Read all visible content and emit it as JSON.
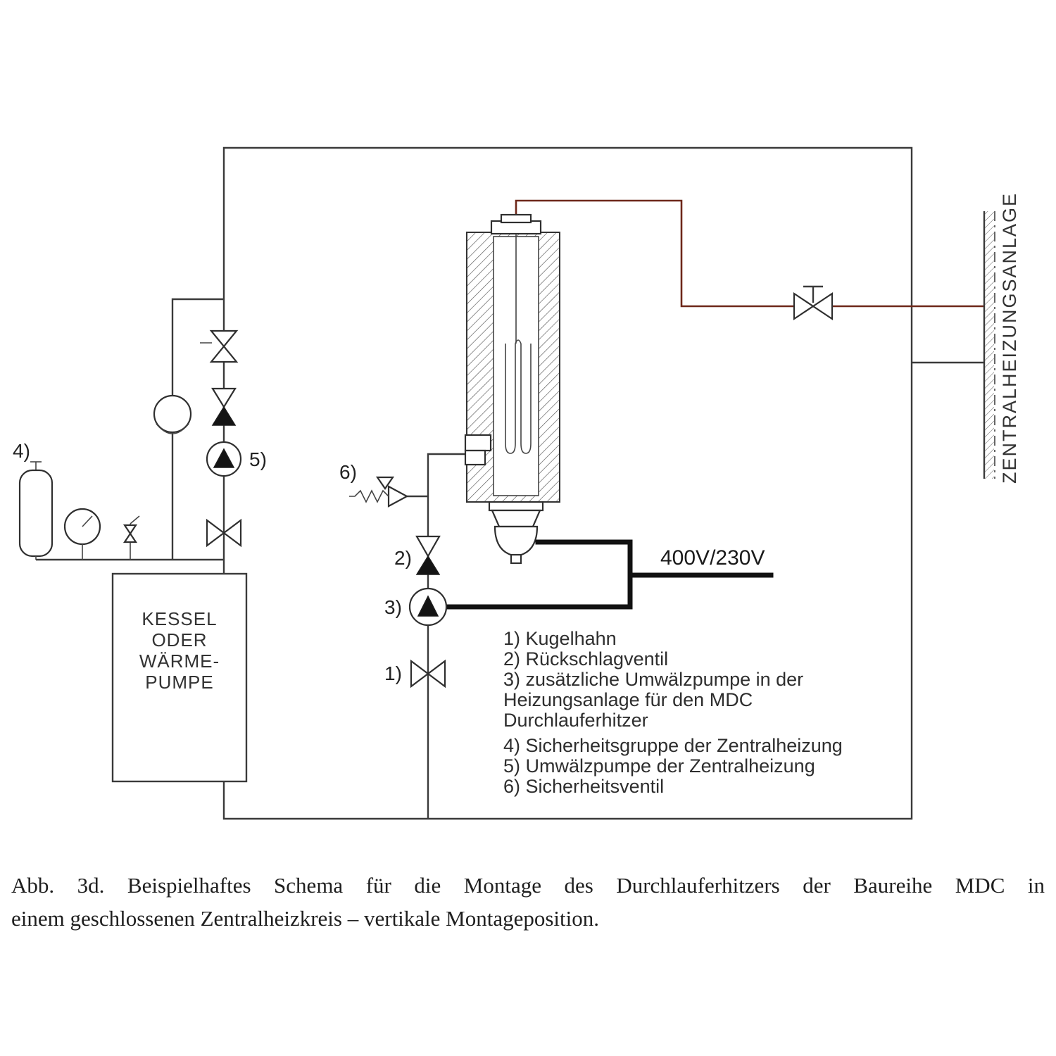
{
  "colors": {
    "line": "#3a3a3a",
    "hot_pipe": "#6e281a",
    "electric": "#111111"
  },
  "diagram": {
    "callouts": {
      "c1": "1)",
      "c2": "2)",
      "c3": "3)",
      "c4": "4)",
      "c5": "5)",
      "c6": "6)"
    },
    "voltage_label": "400V/230V",
    "wall_label": "ZENTRALHEIZUNGSANLAGE",
    "boiler_lines": [
      "KESSEL",
      "ODER",
      "WÄRME-",
      "PUMPE"
    ],
    "legend_lines": [
      "1) Kugelhahn",
      "2) Rückschlagventil",
      "3) zusätzliche Umwälzpumpe in der",
      "Heizungsanlage für den MDC",
      "Durchlauferhitzer",
      "4) Sicherheitsgruppe der Zentralheizung",
      "5) Umwälzpumpe der Zentralheizung",
      "6) Sicherheitsventil"
    ]
  },
  "caption": {
    "line1": "Abb. 3d. Beispielhaftes Schema für die Montage des Durchlauferhitzers der Baureihe MDC in",
    "line2": "einem geschlossenen Zentralheizkreis – vertikale Montageposition."
  }
}
